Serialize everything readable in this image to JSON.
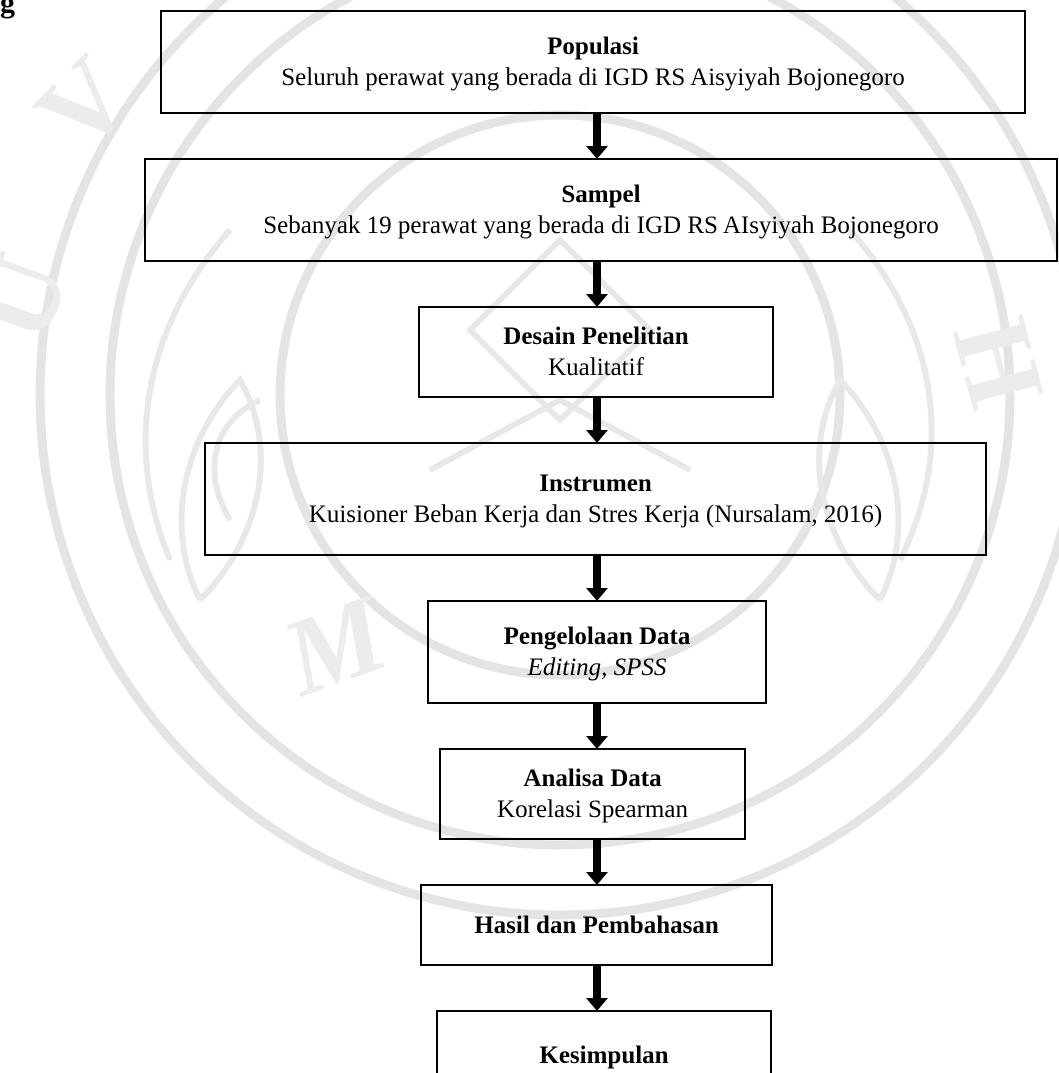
{
  "page_fragment": "g",
  "flowchart": {
    "steps": [
      {
        "title": "Populasi",
        "desc": "Seluruh perawat yang berada di IGD RS Aisyiyah Bojonegoro"
      },
      {
        "title": "Sampel",
        "desc": "Sebanyak 19 perawat yang berada di IGD RS AIsyiyah Bojonegoro"
      },
      {
        "title": "Desain Penelitian",
        "desc": "Kualitatif"
      },
      {
        "title": "Instrumen",
        "desc": "Kuisioner Beban Kerja dan Stres Kerja (Nursalam, 2016)"
      },
      {
        "title": "Pengelolaan Data",
        "desc": "Editing, SPSS"
      },
      {
        "title": "Analisa Data",
        "desc": "Korelasi Spearman"
      },
      {
        "title": "Hasil dan Pembahasan"
      },
      {
        "title": "Kesimpulan"
      }
    ]
  },
  "colors": {
    "text": "#000000",
    "box_border": "#000000",
    "arrow": "#000000",
    "watermark": "#e6e6e6"
  }
}
